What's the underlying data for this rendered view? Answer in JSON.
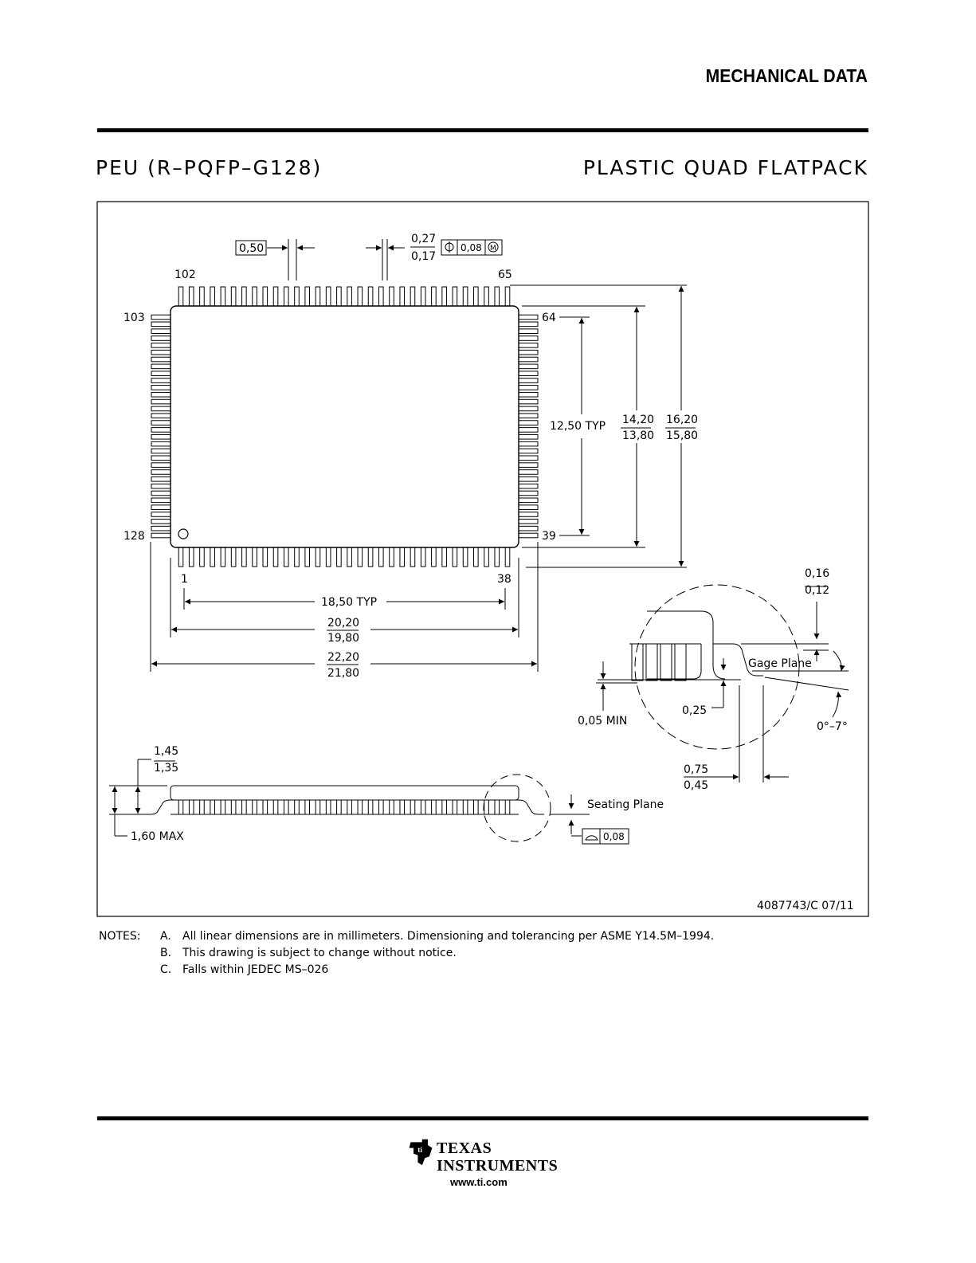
{
  "header": {
    "title": "MECHANICAL DATA"
  },
  "package": {
    "name": "PEU (R–PQFP–G128)",
    "type": "PLASTIC QUAD FLATPACK"
  },
  "pins": {
    "top_left": "102",
    "top_right": "65",
    "left_top": "103",
    "left_bottom": "128",
    "right_top": "64",
    "right_bottom": "39",
    "bottom_left": "1",
    "bottom_right": "38"
  },
  "dimensions": {
    "pitch": "0,50",
    "lead_width_max": "0,27",
    "lead_width_min": "0,17",
    "position_tol": "0,08",
    "height_typ": "12,50 TYP",
    "body_h_max": "14,20",
    "body_h_min": "13,80",
    "overall_h_max": "16,20",
    "overall_h_min": "15,80",
    "width_typ": "18,50 TYP",
    "body_w_max": "20,20",
    "body_w_min": "19,80",
    "overall_w_max": "22,20",
    "overall_w_min": "21,80",
    "lead_thk_max": "0,16",
    "lead_thk_min": "0,12",
    "gage_plane": "Gage Plane",
    "gage_height": "0,25",
    "standoff": "0,05 MIN",
    "angle": "0°–7°",
    "foot_max": "0,75",
    "foot_min": "0,45",
    "pkg_height_max_val": "1,45",
    "pkg_height_min_val": "1,35",
    "max_height": "1,60 MAX",
    "seating_plane": "Seating Plane",
    "coplanarity": "0,08"
  },
  "drawing_id": "4087743/C 07/11",
  "notes": {
    "label": "NOTES:",
    "items": [
      {
        "key": "A.",
        "text": "All linear dimensions are in millimeters.  Dimensioning and tolerancing per ASME Y14.5M–1994."
      },
      {
        "key": "B.",
        "text": "This drawing is subject to change without notice."
      },
      {
        "key": "C.",
        "text": "Falls within JEDEC MS–026"
      }
    ]
  },
  "footer": {
    "brand_line1": "TEXAS",
    "brand_line2": "INSTRUMENTS",
    "url": "www.ti.com"
  }
}
